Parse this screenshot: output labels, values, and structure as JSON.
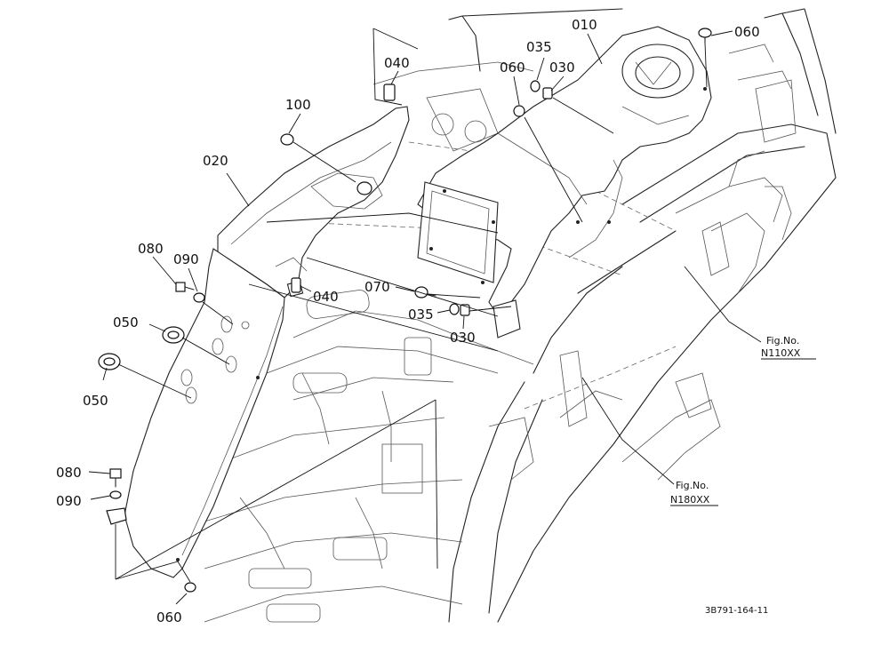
{
  "callouts": [
    {
      "id": "c010",
      "label": "010"
    },
    {
      "id": "c020",
      "label": "020"
    },
    {
      "id": "c030a",
      "label": "030"
    },
    {
      "id": "c030b",
      "label": "030"
    },
    {
      "id": "c035a",
      "label": "035"
    },
    {
      "id": "c035b",
      "label": "035"
    },
    {
      "id": "c040a",
      "label": "040"
    },
    {
      "id": "c040b",
      "label": "040"
    },
    {
      "id": "c050a",
      "label": "050"
    },
    {
      "id": "c050b",
      "label": "050"
    },
    {
      "id": "c060a",
      "label": "060"
    },
    {
      "id": "c060b",
      "label": "060"
    },
    {
      "id": "c060c",
      "label": "060"
    },
    {
      "id": "c070",
      "label": "070"
    },
    {
      "id": "c080a",
      "label": "080"
    },
    {
      "id": "c080b",
      "label": "080"
    },
    {
      "id": "c090a",
      "label": "090"
    },
    {
      "id": "c090b",
      "label": "090"
    },
    {
      "id": "c100",
      "label": "100"
    }
  ],
  "figure_refs": [
    {
      "line1": "Fig.No.",
      "line2": "N110XX"
    },
    {
      "line1": "Fig.No.",
      "line2": "N180XX"
    }
  ],
  "drawing_number": "3B791-164-11"
}
